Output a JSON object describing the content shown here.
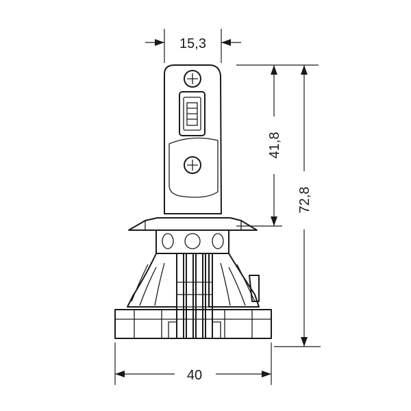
{
  "dimensions": {
    "top_width": "15,3",
    "chip_height": "41,8",
    "total_height": "72,8",
    "base_width": "40"
  },
  "colors": {
    "body_fill": "#c29a68",
    "body_fill_light": "#d7b588",
    "body_shade": "#a27b4c",
    "line": "#1a1a1a"
  }
}
